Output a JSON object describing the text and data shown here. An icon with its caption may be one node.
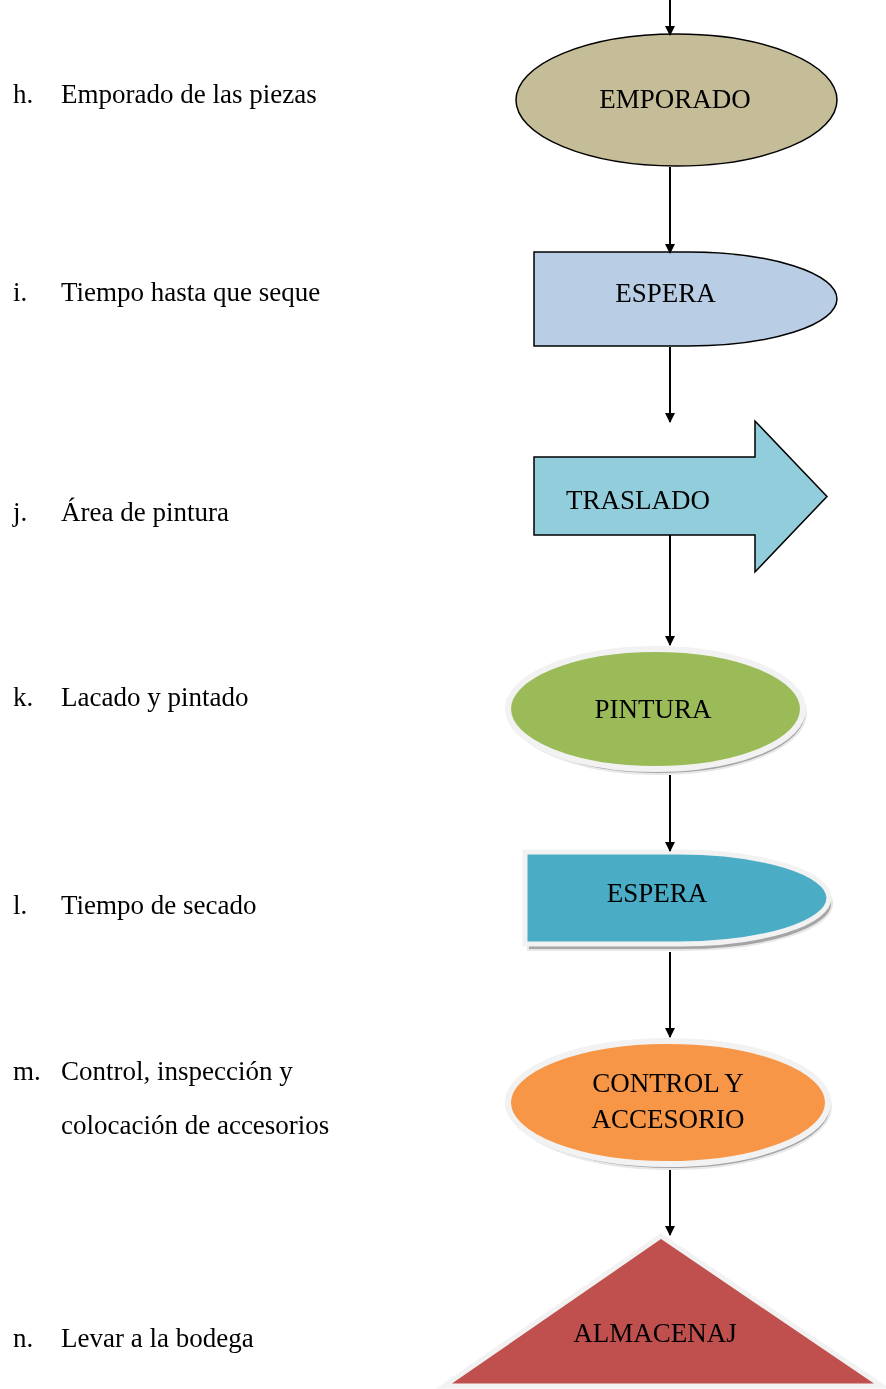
{
  "diagram": {
    "nodes": [
      {
        "text": [
          "EMPORADO"
        ]
      },
      {
        "text": [
          "ESPERA"
        ]
      },
      {
        "text": [
          "TRASLADO"
        ]
      },
      {
        "text": [
          "PINTURA"
        ]
      },
      {
        "text": [
          "ESPERA"
        ]
      },
      {
        "text": [
          "CONTROL Y ACCESORIO"
        ]
      },
      {
        "text": [
          "ALMACENAJ"
        ]
      }
    ],
    "edges": [
      {
        "from": null,
        "to": 0,
        "arrow": "to"
      },
      {
        "from": 0,
        "to": 1,
        "arrow": "to"
      },
      {
        "from": 1,
        "to": 2,
        "arrow": "to"
      },
      {
        "from": 2,
        "to": 3,
        "arrow": "to"
      },
      {
        "from": 3,
        "to": 4,
        "arrow": "to"
      },
      {
        "from": 4,
        "to": 5,
        "arrow": "to"
      },
      {
        "from": 5,
        "to": 6,
        "arrow": "to"
      }
    ],
    "labels": [
      "h.",
      "Emporado de las piezas",
      "i.",
      "Tiempo hasta que seque",
      "j.",
      "Área de pintura",
      "k.",
      "Lacado y pintado",
      "l.",
      "Tiempo de secado",
      "m.",
      "Control, inspección y colocación de accesorios",
      "n.",
      "Levar a la bodega"
    ]
  }
}
